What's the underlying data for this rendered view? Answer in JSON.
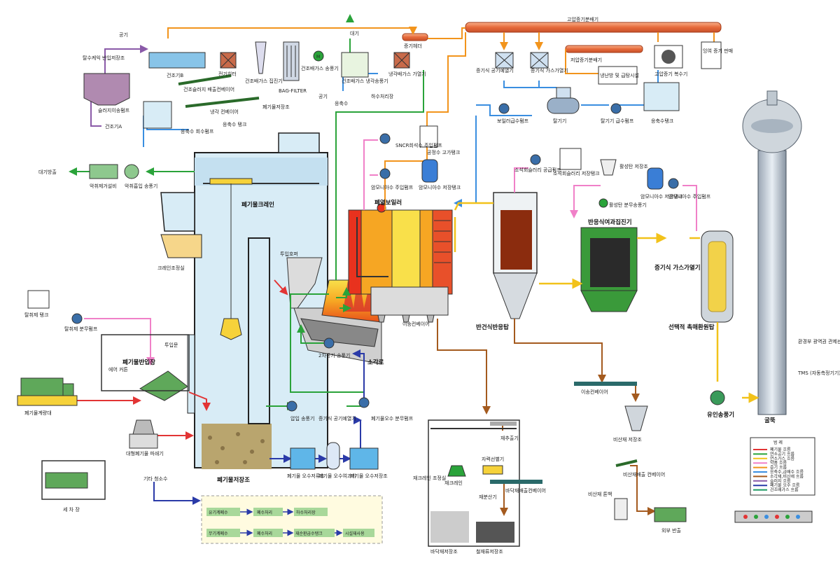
{
  "labels": {
    "air_top": "공기",
    "dewater_cake": "탈수케익 반입저장조",
    "dryer_b": "건조기B",
    "dryer_a": "건조기A",
    "sludge_pump": "슬러지이송펌프",
    "electric_heater": "전기히터",
    "dry_exhaust_collector": "건조배가스 집진기",
    "bag_filter": "BAG-FILTER",
    "dry_exhaust_fan": "건조배가스 송풍기",
    "dry_exhaust_cooler": "건조배가스 냉각송풍기",
    "cool_exhaust_heater": "냉각배가스 가열기",
    "air_mid": "공기",
    "atmosphere_top": "대기",
    "wastewater_plant": "하수처리장",
    "condensate_water": "응축수",
    "dry_sludge_conveyor": "건조슬러지 배출컨베이어",
    "cooling_conveyor": "냉각 컨베이어",
    "waste_storage_conveyor": "폐기물저장조",
    "condensate_pump": "응축수 회수펌프",
    "condensate_tank": "응축수 탱크",
    "stack_exhaust": "대기방출",
    "deodor_equipment": "악취제거설비",
    "deodor_fan": "악취흡입 송풍기",
    "waste_crane": "폐기물크레인",
    "crane_room": "크레인조정실",
    "deodorant_tank": "탈취제 탱크",
    "deodorant_pump": "탈취제 분무펌프",
    "entrance_door": "투입문",
    "waste_intake": "폐기물반입장",
    "air_curtain": "에어 커튼",
    "weighbridge": "폐기물계량대",
    "large_shredder": "대형폐기물 파쇄기",
    "car_wash": "세 차 장",
    "other_cleaning": "기타 청소수",
    "hopper": "투입호퍼",
    "secondary_fan": "2차공기 송풍기",
    "incinerator": "소각로",
    "primary_fan": "압입 송풍기",
    "steam_air_heater": "증기식 공기예열기",
    "waste_leachate_pump": "폐기물오수 분무펌프",
    "waste_leachate_tank": "폐기물 오수저류조",
    "waste_leachate_filter": "폐기물 오수여과기",
    "waste_leachate_final": "폐기물 오수저장조",
    "waste_pit": "폐기물저장조",
    "snc_pump": "SNCR희석수 주입펌프",
    "industrial_water": "공정수 고가탱크",
    "ammonia_pump": "암모니아수 주입펌프",
    "ammonia_tank": "암모니아수 저장탱크",
    "waste_boiler": "폐열보일러",
    "transfer_conveyor": "이송컨베이어",
    "steam_header": "증기헤더",
    "hp_steam_distributor": "고압증기분배기",
    "steam_air_heater2": "증기식 공기예열기",
    "steam_gas_heater": "증기식 가스가열기",
    "lp_steam_distributor": "저압증기분배기",
    "district_heating": "냉난방 및 급탕시설",
    "hp_steam_condenser": "고압증기 복수기",
    "surplus_steam": "잉여 증기 판매",
    "deaerator": "탈기기",
    "boiler_feed_pump": "보일러급수펌프",
    "deaerator_feed_pump": "탈기기 급수펌프",
    "condensate_tank2": "응축수탱크",
    "lime_slurry_pump": "소석회슬러리 공급펌프",
    "lime_slurry_tank": "소석회슬러리 저장탱크",
    "activated_carbon_storage": "활성탄 저장조",
    "activated_carbon_fan": "활성탄 분무송풍기",
    "ammonia_tank2": "암모니아수 저장탱크",
    "ammonia_pump2": "암모니아수 주입펌프",
    "semi_dry_reactor": "반건식반응탑",
    "bag_house": "반응식여과집진기",
    "steam_gas_heater2": "증기식 가스가열기",
    "scr_tower": "선택적 촉매환원탑",
    "induced_fan": "유인송풍기",
    "chimney": "굴뚝",
    "tms": "TMS (자동측정기기)",
    "moe_center": "환경부 광역권 관제센터",
    "conveyor_bottom": "이송컨베이어",
    "fly_ash_storage": "비산재 저장조",
    "fly_ash_conveyor": "비산재배출 컨베이어",
    "fly_ash_truck": "비산재 톤백",
    "external_out": "외부 반출",
    "recycle_belt": "재추출기",
    "magnetic_sep": "자력선별기",
    "ash_crane": "재크레인",
    "ash_crane_room": "재크레인 조정실",
    "discharge_conveyor": "바닥재배출컨베이어",
    "ash_separator": "재분산기",
    "bottom_ash_storage": "바닥재저장조",
    "iron_storage": "철재류저장조"
  },
  "process_box": {
    "row1": [
      "유기계폐수",
      "폐수처리",
      "하수처리장"
    ],
    "row2": [
      "무기계폐수",
      "폐수처리",
      "재순환급수탱크",
      "시설재사용"
    ]
  },
  "legend": {
    "title": "범 례",
    "items": [
      {
        "label": "폐기물 흐름",
        "color": "#e23434"
      },
      {
        "label": "연소공기 흐름",
        "color": "#2aa33a"
      },
      {
        "label": "연소가스 흐름",
        "color": "#f2c21a"
      },
      {
        "label": "약품 흐름",
        "color": "#f080c8"
      },
      {
        "label": "증기 흐름",
        "color": "#f2941c"
      },
      {
        "label": "응축수,급배수 흐름",
        "color": "#3a8ee0"
      },
      {
        "label": "소각재,비산재 흐름",
        "color": "#a45a1e"
      },
      {
        "label": "슬러지 흐름",
        "color": "#8a5aa8"
      },
      {
        "label": "폐기물 오수 흐름",
        "color": "#2a3aa8"
      },
      {
        "label": "건조배가스 흐름",
        "color": "#1a9a60"
      }
    ]
  },
  "icons": {
    "motor": "motor-icon",
    "tank": "tank-icon",
    "truck": "truck-icon"
  }
}
